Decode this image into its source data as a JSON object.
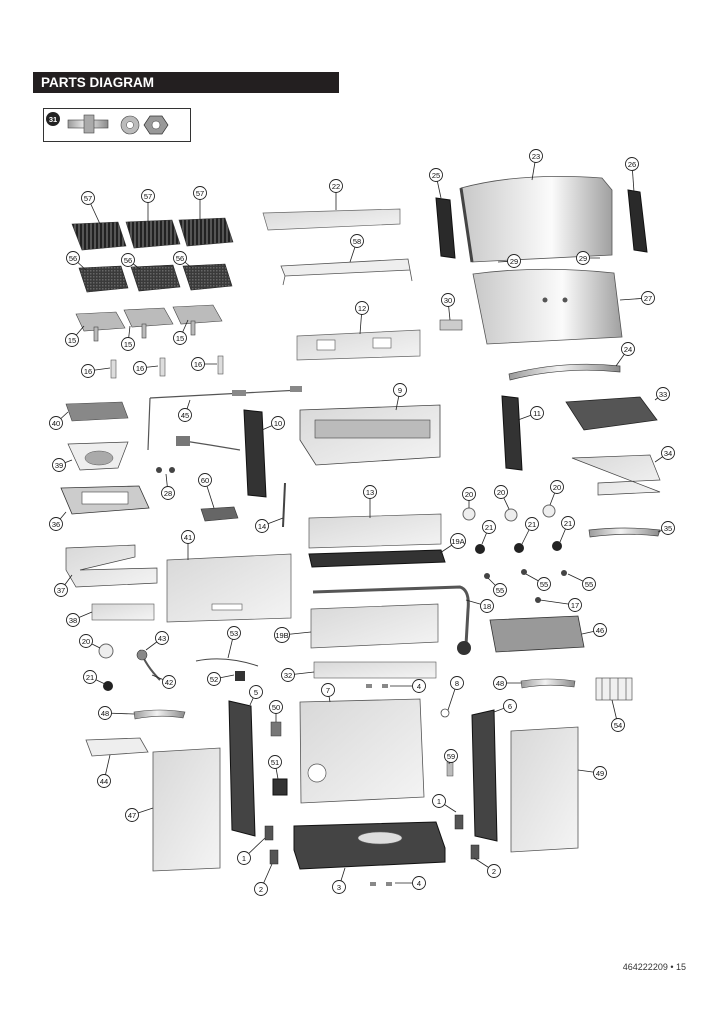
{
  "header": {
    "title": "PARTS DIAGRAM"
  },
  "inset": {
    "callout": "31"
  },
  "footer": {
    "page": "464222209 • 15"
  },
  "callouts": [
    {
      "n": "57"
    },
    {
      "n": "57"
    },
    {
      "n": "57"
    },
    {
      "n": "22"
    },
    {
      "n": "23"
    },
    {
      "n": "25"
    },
    {
      "n": "26"
    },
    {
      "n": "56"
    },
    {
      "n": "56"
    },
    {
      "n": "56"
    },
    {
      "n": "58"
    },
    {
      "n": "29"
    },
    {
      "n": "29"
    },
    {
      "n": "15"
    },
    {
      "n": "15"
    },
    {
      "n": "15"
    },
    {
      "n": "12"
    },
    {
      "n": "30"
    },
    {
      "n": "27"
    },
    {
      "n": "16"
    },
    {
      "n": "16"
    },
    {
      "n": "16"
    },
    {
      "n": "24"
    },
    {
      "n": "40"
    },
    {
      "n": "45"
    },
    {
      "n": "10"
    },
    {
      "n": "9"
    },
    {
      "n": "11"
    },
    {
      "n": "33"
    },
    {
      "n": "39"
    },
    {
      "n": "28"
    },
    {
      "n": "60"
    },
    {
      "n": "34"
    },
    {
      "n": "36"
    },
    {
      "n": "14"
    },
    {
      "n": "13"
    },
    {
      "n": "20"
    },
    {
      "n": "20"
    },
    {
      "n": "20"
    },
    {
      "n": "21"
    },
    {
      "n": "21"
    },
    {
      "n": "21"
    },
    {
      "n": "35"
    },
    {
      "n": "41"
    },
    {
      "n": "19A"
    },
    {
      "n": "37"
    },
    {
      "n": "55"
    },
    {
      "n": "55"
    },
    {
      "n": "55"
    },
    {
      "n": "38"
    },
    {
      "n": "18"
    },
    {
      "n": "17"
    },
    {
      "n": "20"
    },
    {
      "n": "43"
    },
    {
      "n": "53"
    },
    {
      "n": "19B"
    },
    {
      "n": "46"
    },
    {
      "n": "21"
    },
    {
      "n": "42"
    },
    {
      "n": "52"
    },
    {
      "n": "32"
    },
    {
      "n": "5"
    },
    {
      "n": "7"
    },
    {
      "n": "4"
    },
    {
      "n": "8"
    },
    {
      "n": "48"
    },
    {
      "n": "54"
    },
    {
      "n": "48"
    },
    {
      "n": "50"
    },
    {
      "n": "6"
    },
    {
      "n": "44"
    },
    {
      "n": "51"
    },
    {
      "n": "59"
    },
    {
      "n": "49"
    },
    {
      "n": "47"
    },
    {
      "n": "1"
    },
    {
      "n": "1"
    },
    {
      "n": "2"
    },
    {
      "n": "2"
    },
    {
      "n": "3"
    },
    {
      "n": "4"
    }
  ]
}
